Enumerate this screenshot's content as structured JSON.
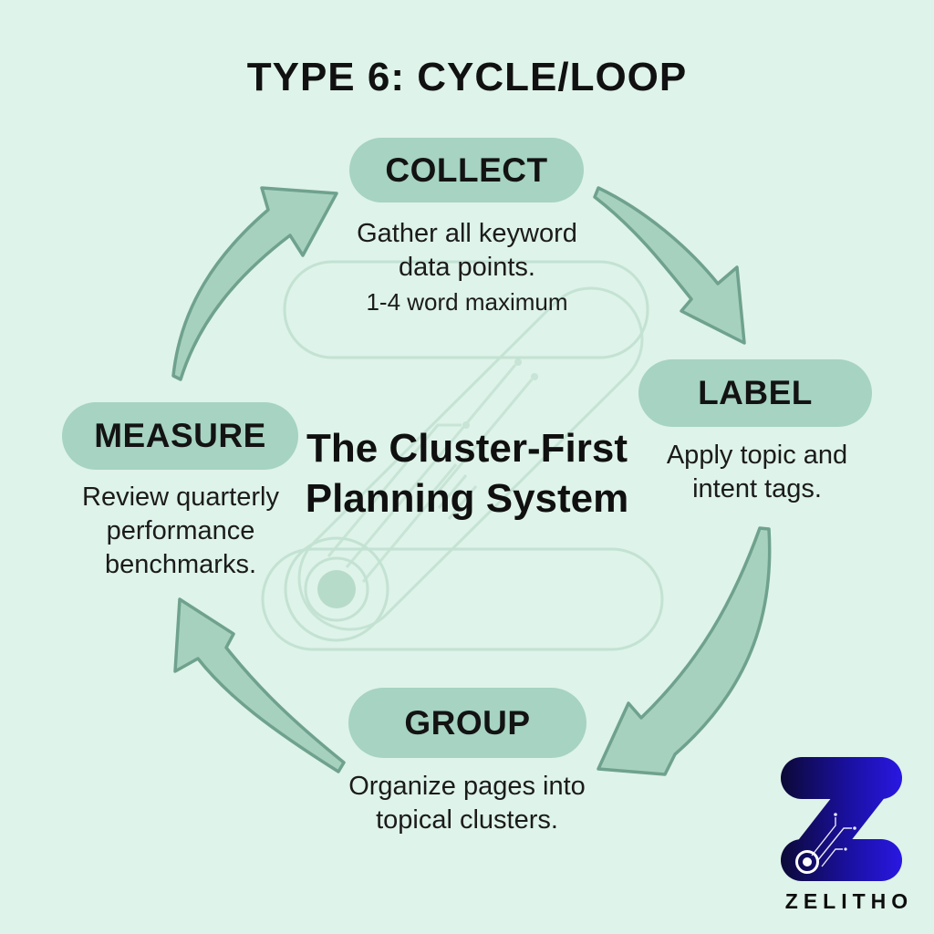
{
  "title": "TYPE 6: CYCLE/LOOP",
  "center_title": {
    "line1": "The Cluster-First",
    "line2": "Planning System"
  },
  "stages": {
    "collect": {
      "label": "COLLECT",
      "desc1": "Gather all keyword",
      "desc2": "data points.",
      "note": "1-4 word maximum"
    },
    "label": {
      "label": "LABEL",
      "desc1": "Apply topic and",
      "desc2": "intent tags."
    },
    "group": {
      "label": "GROUP",
      "desc1": "Organize pages into",
      "desc2": "topical clusters."
    },
    "measure": {
      "label": "MEASURE",
      "desc1": "Review quarterly",
      "desc2": "performance",
      "desc3": "benchmarks."
    }
  },
  "brand": {
    "name": "ZELITHO"
  },
  "colors": {
    "background": "#def3e9",
    "pill_fill": "#a6d3c2",
    "arrow_fill": "#a7d1bf",
    "arrow_stroke": "#6fa28e",
    "watermark_stroke": "#c3e2d3",
    "watermark_dot_fill": "#b7dbc9",
    "text": "#131313",
    "logo_gradient_start": "#0c0935",
    "logo_gradient_end": "#2a18e6",
    "logo_trace": "#ffffff"
  }
}
